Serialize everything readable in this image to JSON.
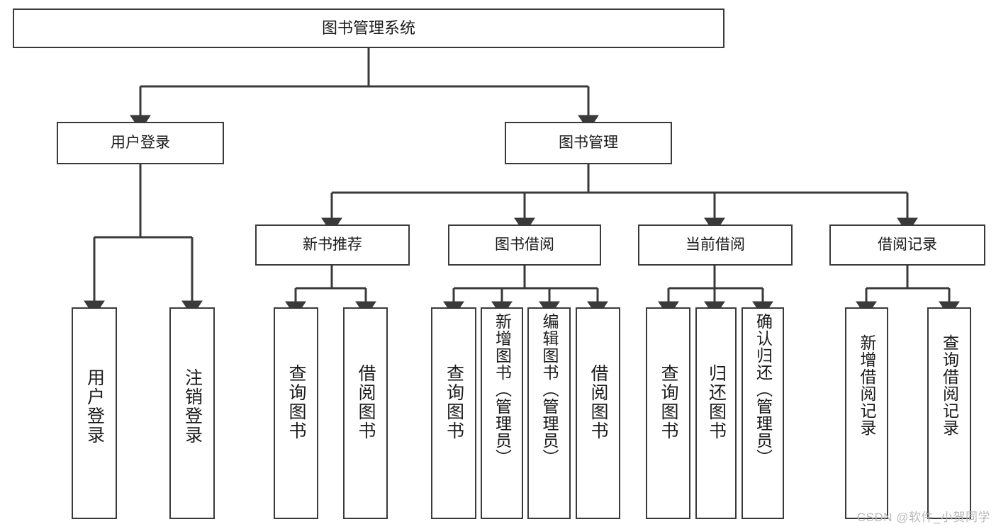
{
  "diagram": {
    "title": "图书管理系统",
    "type": "tree-hierarchy-diagram",
    "line_color": "#3a3a3a",
    "box_fill": "#ffffff",
    "background": "#ffffff",
    "nodes": {
      "root": {
        "label": "图书管理系统",
        "level": 1
      },
      "l2": [
        {
          "id": "user-login",
          "label": "用户登录",
          "level": 2
        },
        {
          "id": "book-manage",
          "label": "图书管理",
          "level": 2
        }
      ],
      "l3": [
        {
          "id": "new-book-recommend",
          "label": "新书推荐",
          "level": 3,
          "parent": "book-manage"
        },
        {
          "id": "book-borrow",
          "label": "图书借阅",
          "level": 3,
          "parent": "book-manage"
        },
        {
          "id": "current-borrow",
          "label": "当前借阅",
          "level": 3,
          "parent": "book-manage"
        },
        {
          "id": "borrow-record",
          "label": "借阅记录",
          "level": 3,
          "parent": "book-manage"
        }
      ],
      "leaves": [
        {
          "id": "leaf-user-login",
          "label": "用户登录",
          "parent": "user-login"
        },
        {
          "id": "leaf-logout",
          "label": "注销登录",
          "parent": "user-login"
        },
        {
          "id": "leaf-query-book-1",
          "label": "查询图书",
          "parent": "new-book-recommend"
        },
        {
          "id": "leaf-borrow-book-1",
          "label": "借阅图书",
          "parent": "new-book-recommend"
        },
        {
          "id": "leaf-query-book-2",
          "label": "查询图书",
          "parent": "book-borrow"
        },
        {
          "id": "leaf-add-book",
          "label": "新增图书（管理员）",
          "parent": "book-borrow"
        },
        {
          "id": "leaf-edit-book",
          "label": "编辑图书（管理员）",
          "parent": "book-borrow"
        },
        {
          "id": "leaf-borrow-book-2",
          "label": "借阅图书",
          "parent": "book-borrow"
        },
        {
          "id": "leaf-query-book-3",
          "label": "查询图书",
          "parent": "current-borrow"
        },
        {
          "id": "leaf-return-book",
          "label": "归还图书",
          "parent": "current-borrow"
        },
        {
          "id": "leaf-confirm-return",
          "label": "确认归还（管理员）",
          "parent": "current-borrow"
        },
        {
          "id": "leaf-add-record",
          "label": "新增借阅记录",
          "parent": "borrow-record"
        },
        {
          "id": "leaf-query-record",
          "label": "查询借阅记录",
          "parent": "borrow-record"
        }
      ]
    },
    "watermark": "CSDN @软件_小贺同学"
  }
}
